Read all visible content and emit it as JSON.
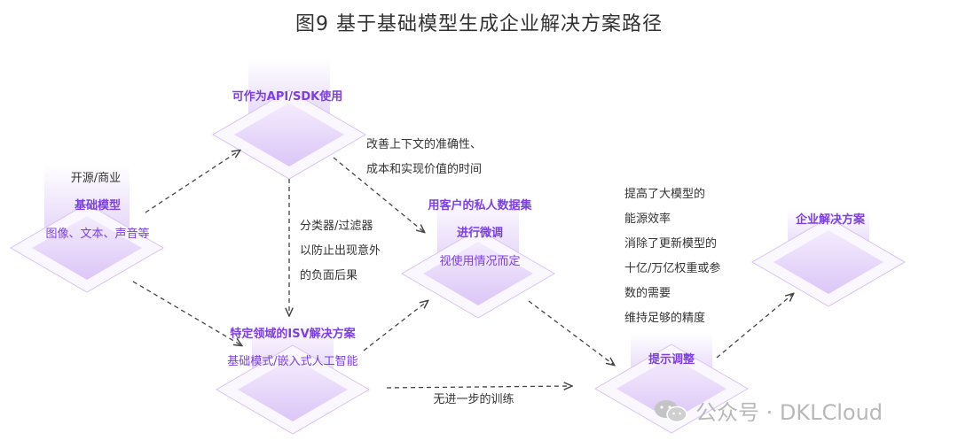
{
  "title": "图9 基于基础模型生成企业解决方案路径",
  "nodes": {
    "base_model": {
      "top": "开源/商业",
      "title": "基础模型",
      "sub": "图像、文本、声音等"
    },
    "api": {
      "title": "可作为API/SDK使用"
    },
    "isv": {
      "title": "特定领域的ISV解决方案",
      "sub": "基础模式/嵌入式人工智能"
    },
    "finetune": {
      "title1": "用客户的私人数据集",
      "title2": "进行微调",
      "sub": "视使用情况而定"
    },
    "prompt": {
      "title": "提示调整"
    },
    "enterprise": {
      "title": "企业解决方案"
    }
  },
  "annotations": {
    "api_to_finetune": [
      "改善上下文的准确性、",
      "成本和实现价值的时间"
    ],
    "api_to_isv": [
      "分类器/过滤器",
      "以防止出现意外",
      "的负面后果"
    ],
    "isv_to_prompt": "无进一步的训练",
    "prompt_side": [
      "提高了大模型的",
      "能源效率",
      "消除了更新模型的",
      "十亿/万亿权重或参",
      "数的需要",
      "维持足够的精度"
    ]
  },
  "watermark": "公众号 · DKLCloud",
  "colors": {
    "accent": "#7b3fe4",
    "diamond_fill": "#ece0fb",
    "diamond_edge": "#c9a9f2",
    "arrow": "#444444"
  }
}
